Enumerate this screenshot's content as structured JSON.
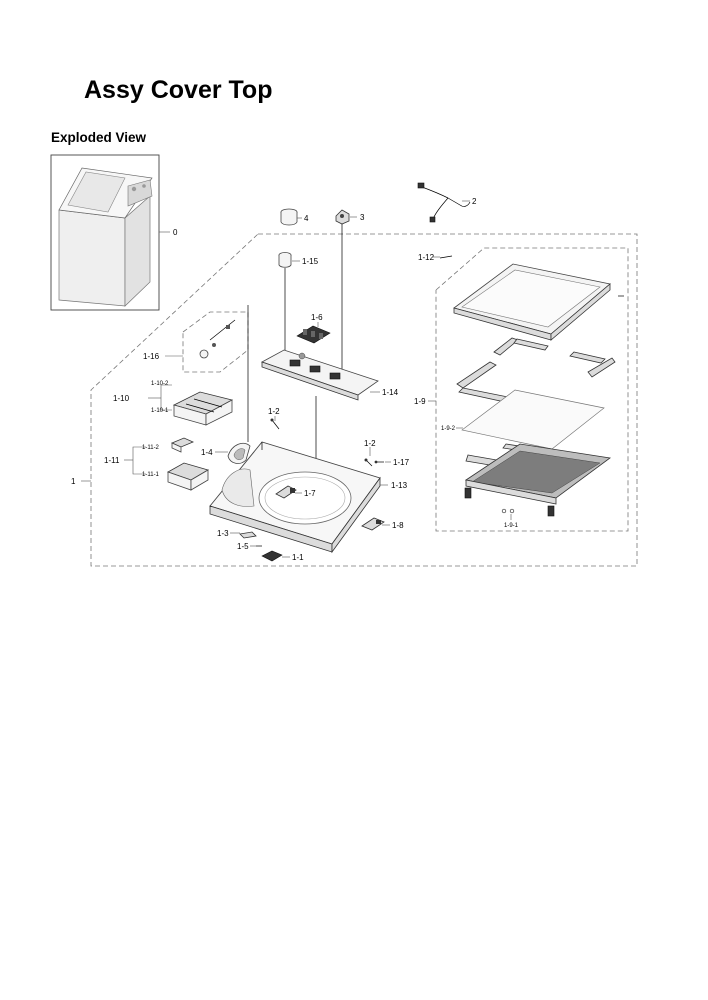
{
  "title": "Assy Cover Top",
  "subtitle": "Exploded View",
  "callouts": {
    "c0": "0",
    "c1": "1",
    "c2": "2",
    "c3": "3",
    "c4": "4",
    "c1_1": "1-1",
    "c1_2a": "1-2",
    "c1_2b": "1-2",
    "c1_3": "1-3",
    "c1_4": "1-4",
    "c1_5": "1-5",
    "c1_6": "1-6",
    "c1_7": "1-7",
    "c1_8": "1-8",
    "c1_9": "1-9",
    "c1_9_1": "1-9-1",
    "c1_9_2": "1-9-2",
    "c1_10": "1-10",
    "c1_10_1": "1-10-1",
    "c1_10_2": "1-10-2",
    "c1_11": "1-11",
    "c1_11_1": "1-11-1",
    "c1_11_2": "1-11-2",
    "c1_12": "1-12",
    "c1_13": "1-13",
    "c1_14": "1-14",
    "c1_15": "1-15",
    "c1_16": "1-16",
    "c1_17": "1-17"
  }
}
